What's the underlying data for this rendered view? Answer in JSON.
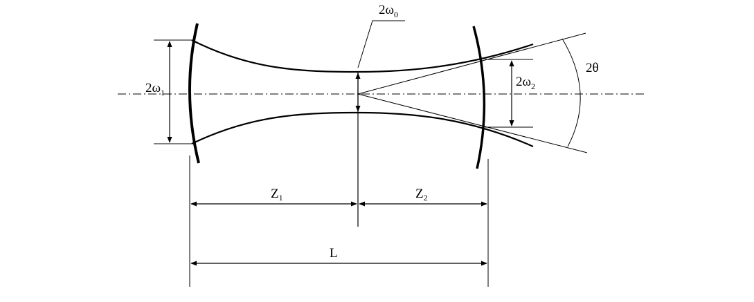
{
  "labels": {
    "w0_main": "2ω",
    "w0_sub": "0",
    "w1_main": "2ω",
    "w1_sub": "1",
    "w2_main": "2ω",
    "w2_sub": "2",
    "theta": "2θ",
    "z1_main": "Z",
    "z1_sub": "1",
    "z2_main": "Z",
    "z2_sub": "2",
    "length": "L"
  },
  "colors": {
    "ink": "#000000",
    "background": "#ffffff"
  }
}
